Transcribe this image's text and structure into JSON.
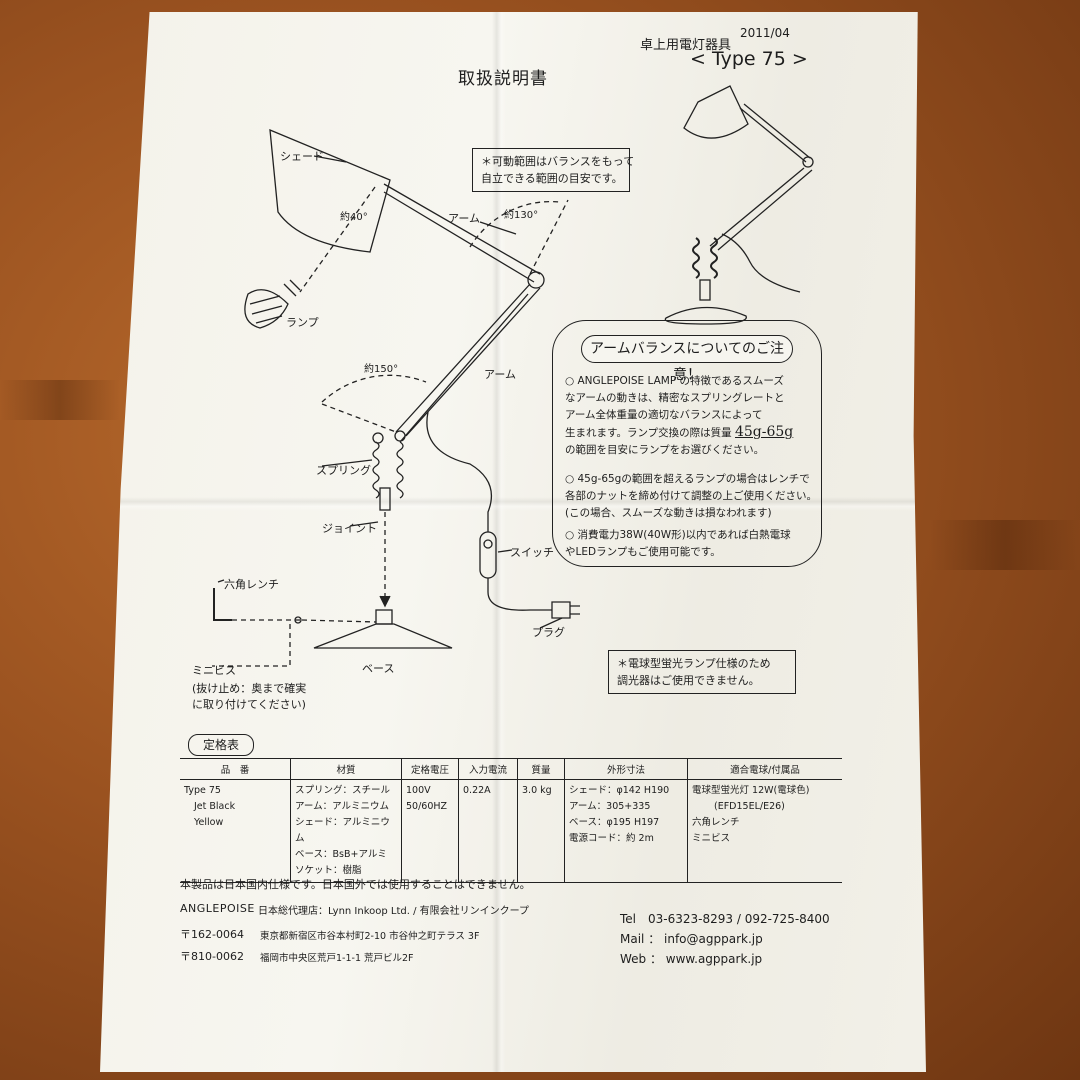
{
  "header": {
    "title": "取扱説明書",
    "category": "卓上用電灯器具",
    "date": "2011/04",
    "model": "< Type 75 >"
  },
  "diagram_labels": {
    "shade": "シェード",
    "angle_shade": "約40°",
    "arm_upper": "アーム",
    "angle_upper": "約130°",
    "lamp": "ランプ",
    "angle_lower": "約150°",
    "arm_lower": "アーム",
    "spring": "スプリング",
    "joint": "ジョイント",
    "hex_wrench": "六角レンチ",
    "switch": "スイッチ",
    "plug": "プラグ",
    "base": "ベース",
    "mini_screw": "ミニビス",
    "mini_screw_note_1": "(抜け止め：奥まで確実",
    "mini_screw_note_2": "に取り付けてください)"
  },
  "notes": {
    "movable_1": "＊可動範囲はバランスをもって",
    "movable_2": "自立できる範囲の目安です。",
    "dimmer_1": "＊電球型蛍光ランプ仕様のため",
    "dimmer_2": "調光器はご使用できません。"
  },
  "caution": {
    "title": "アームバランスについてのご注意！",
    "item1_a": "○ ANGLEPOISE LAMP の特徴であるスムーズ",
    "item1_b": "なアームの動きは、精密なスプリングレートと",
    "item1_c": "アーム全体重量の適切なバランスによって",
    "item1_d": "生まれます。ランプ交換の際は質量",
    "item1_weight": "45g-65g",
    "item1_e": "の範囲を目安にランプをお選びください。",
    "item2_a": "○ 45g-65gの範囲を超えるランプの場合はレンチで",
    "item2_b": "各部のナットを締め付けて調整の上ご使用ください。",
    "item2_c": "(この場合、スムーズな動きは損なわれます)",
    "item3_a": "○ 消費電力38W(40W形)以内であれば白熱電球",
    "item3_b": "やLEDランプもご使用可能です。"
  },
  "spec": {
    "label": "定格表",
    "headers": [
      "品　番",
      "材質",
      "定格電圧",
      "入力電流",
      "質量",
      "外形寸法",
      "適合電球/付属品"
    ],
    "row": {
      "model": "Type 75",
      "colors": [
        "Jet Black",
        "Yellow"
      ],
      "materials": [
        "スプリング：スチール",
        "アーム：アルミニウム",
        "シェード：アルミニウム",
        "ベース：BsB+アルミ",
        "ソケット：樹脂"
      ],
      "voltage": [
        "100V",
        "50/60HZ"
      ],
      "current": "0.22A",
      "mass": "3.0 kg",
      "dimensions": [
        "シェード：φ142 H190",
        "アーム：305+335",
        "ベース：φ195 H197",
        "電源コード：約 2m"
      ],
      "bulbs": [
        "電球型蛍光灯 12W(電球色)",
        "(EFD15EL/E26)",
        "六角レンチ",
        "ミニビス"
      ]
    }
  },
  "footer": {
    "domestic_note": "本製品は日本国内仕様です。日本国外では使用することはできません。",
    "brand": "ANGLEPOISE",
    "agent": "日本総代理店：Lynn Inkoop Ltd. / 有限会社リンインクープ",
    "zip1": "〒162-0064",
    "addr1": "東京都新宿区市谷本村町2-10 市谷仲之町テラス 3F",
    "zip2": "〒810-0062",
    "addr2": "福岡市中央区荒戸1-1-1 荒戸ビル2F",
    "tel": "Tel　03-6323-8293 / 092-725-8400",
    "mail": "Mail ： info@agppark.jp",
    "web": "Web ： www.agppark.jp"
  }
}
